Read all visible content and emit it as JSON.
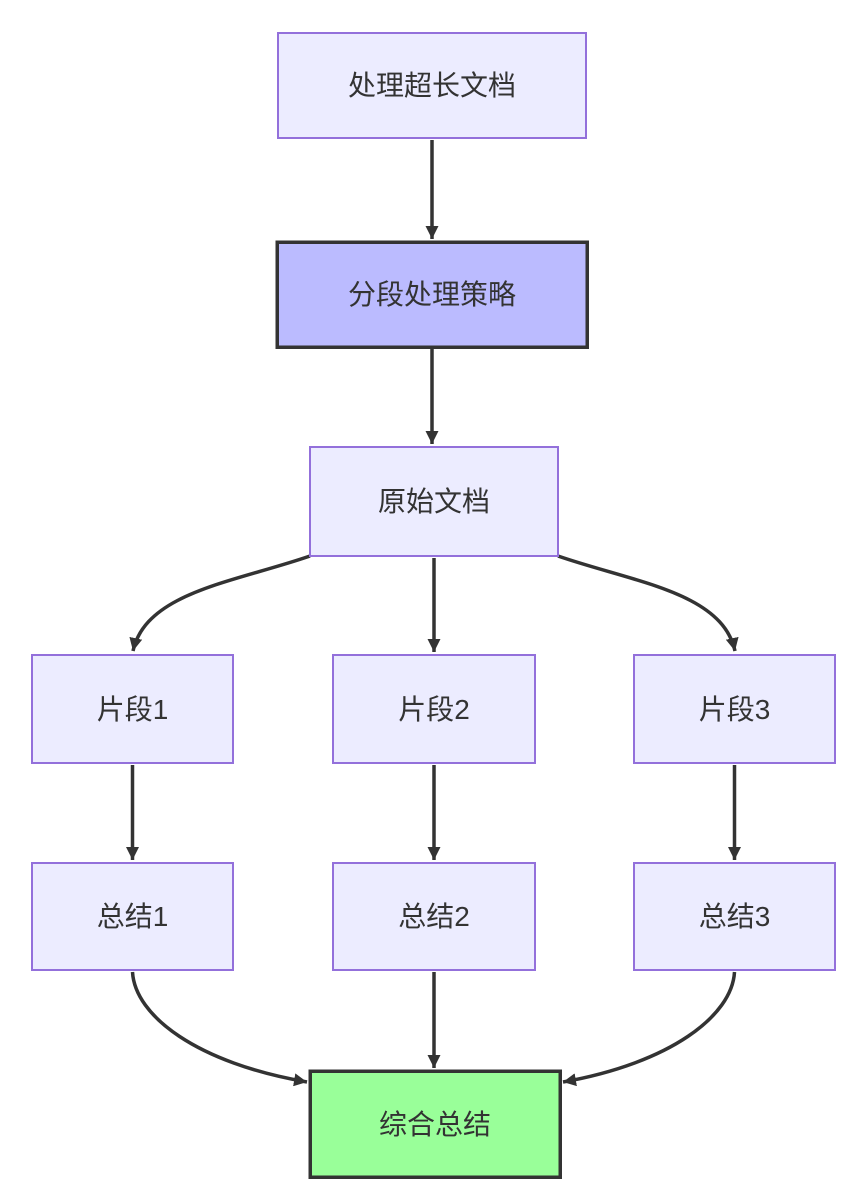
{
  "diagram": {
    "type": "flowchart",
    "direction": "top-down",
    "background_color": "#ffffff",
    "text_color": "#333333",
    "edge_color": "#333333",
    "node_styles": {
      "default": {
        "fill": "#ECECFF",
        "stroke": "#9370DB"
      },
      "highlight": {
        "fill": "#BBBBFF",
        "stroke": "#333333"
      },
      "success": {
        "fill": "#99FF99",
        "stroke": "#333333"
      }
    },
    "nodes": [
      {
        "id": "A",
        "label": "处理超长文档",
        "style": "default"
      },
      {
        "id": "B",
        "label": "分段处理策略",
        "style": "highlight"
      },
      {
        "id": "C",
        "label": "原始文档",
        "style": "default"
      },
      {
        "id": "S1",
        "label": "片段1",
        "style": "default"
      },
      {
        "id": "S2",
        "label": "片段2",
        "style": "default"
      },
      {
        "id": "S3",
        "label": "片段3",
        "style": "default"
      },
      {
        "id": "T1",
        "label": "总结1",
        "style": "default"
      },
      {
        "id": "T2",
        "label": "总结2",
        "style": "default"
      },
      {
        "id": "T3",
        "label": "总结3",
        "style": "default"
      },
      {
        "id": "Z",
        "label": "综合总结",
        "style": "success"
      }
    ],
    "edges": [
      {
        "from": "处理超长文档",
        "to": "分段处理策略"
      },
      {
        "from": "分段处理策略",
        "to": "原始文档"
      },
      {
        "from": "原始文档",
        "to": "片段1"
      },
      {
        "from": "原始文档",
        "to": "片段2"
      },
      {
        "from": "原始文档",
        "to": "片段3"
      },
      {
        "from": "片段1",
        "to": "总结1"
      },
      {
        "from": "片段2",
        "to": "总结2"
      },
      {
        "from": "片段3",
        "to": "总结3"
      },
      {
        "from": "总结1",
        "to": "综合总结"
      },
      {
        "from": "总结2",
        "to": "综合总结"
      },
      {
        "from": "总结3",
        "to": "综合总结"
      }
    ]
  }
}
